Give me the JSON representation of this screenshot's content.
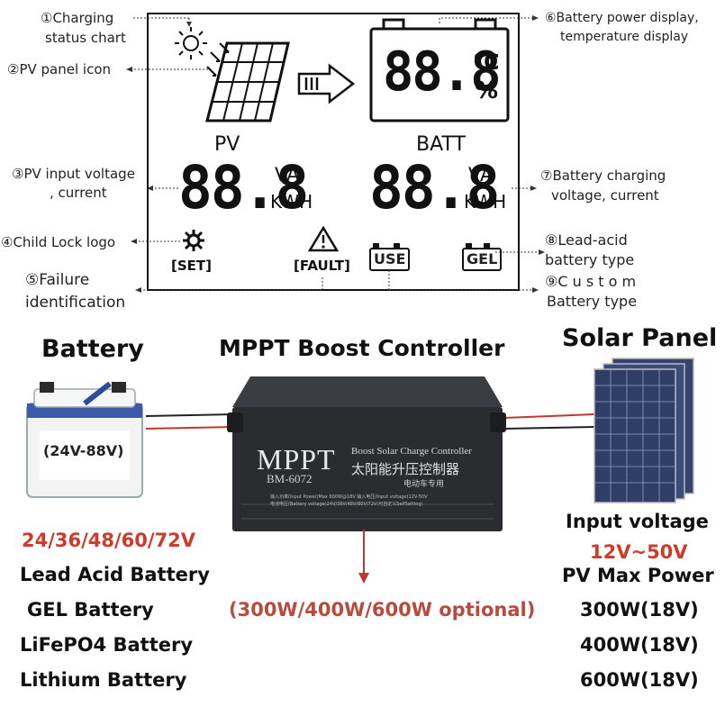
{
  "annotations": {
    "a1": [
      "①Charging",
      "status chart"
    ],
    "a2": "②PV panel icon",
    "a3": [
      "③PV input voltage",
      ", current"
    ],
    "a4": "④Child Lock logo",
    "a5": [
      "⑤Failure",
      "identification"
    ],
    "a6": [
      "⑥Battery power display,",
      "temperature display"
    ],
    "a7": [
      "⑦Battery charging",
      "voltage, current"
    ],
    "a8": [
      "⑧Lead-acid",
      "battery type"
    ],
    "a9": [
      "⑨C u s t o m",
      "Battery type"
    ]
  },
  "lcd": {
    "pv_label": "PV",
    "batt_label": "BATT",
    "batt_digits": "88.8",
    "celsius": "°C",
    "percent": "%",
    "pv_digits": "88.8",
    "pv_unit_va": "VA",
    "pv_unit_kwh": "KWH",
    "batt_v_digits": "88.8",
    "batt_unit_va": "VA",
    "batt_unit_kwh": "KWH",
    "set_label": "[SET]",
    "fault_label": "[FAULT]",
    "use_label": "USE",
    "gel_label": "GEL"
  },
  "bottom": {
    "battery_title": "Battery",
    "controller_title": "MPPT Boost Controller",
    "solar_title": "Solar Panel",
    "battery_range": "(24V-88V)",
    "voltages": "24/36/48/60/72V",
    "battery_types": [
      "Lead Acid Battery",
      "GEL Battery",
      "LiFePO4 Battery",
      "Lithium Battery"
    ],
    "optional_power": "(300W/400W/600W optional)",
    "input_voltage_label": "Input voltage",
    "input_voltage_value": "12V~50V",
    "pv_max_label": "PV Max Power",
    "pv_max_values": [
      "300W(18V)",
      "400W(18V)",
      "600W(18V)"
    ]
  },
  "controller": {
    "brand": "MPPT",
    "subtitle": "Boost Solar Charge Controller",
    "chinese": "太阳能升压控制器",
    "model": "BM-6072",
    "chinese_sub": "电动车专用",
    "spec_line1": "输入功率(Input Power)Max 600W@18V  输入电压(Input voltage)12V-50V",
    "spec_line2": "电池电压(Battery voltage)24V/36V/48V/60V/72V(可自定义SelfSetting)"
  },
  "colors": {
    "accent_red": "#cf3b2a",
    "controller_body": "#2a2c2f",
    "panel_blue": "#3a4d7a"
  }
}
